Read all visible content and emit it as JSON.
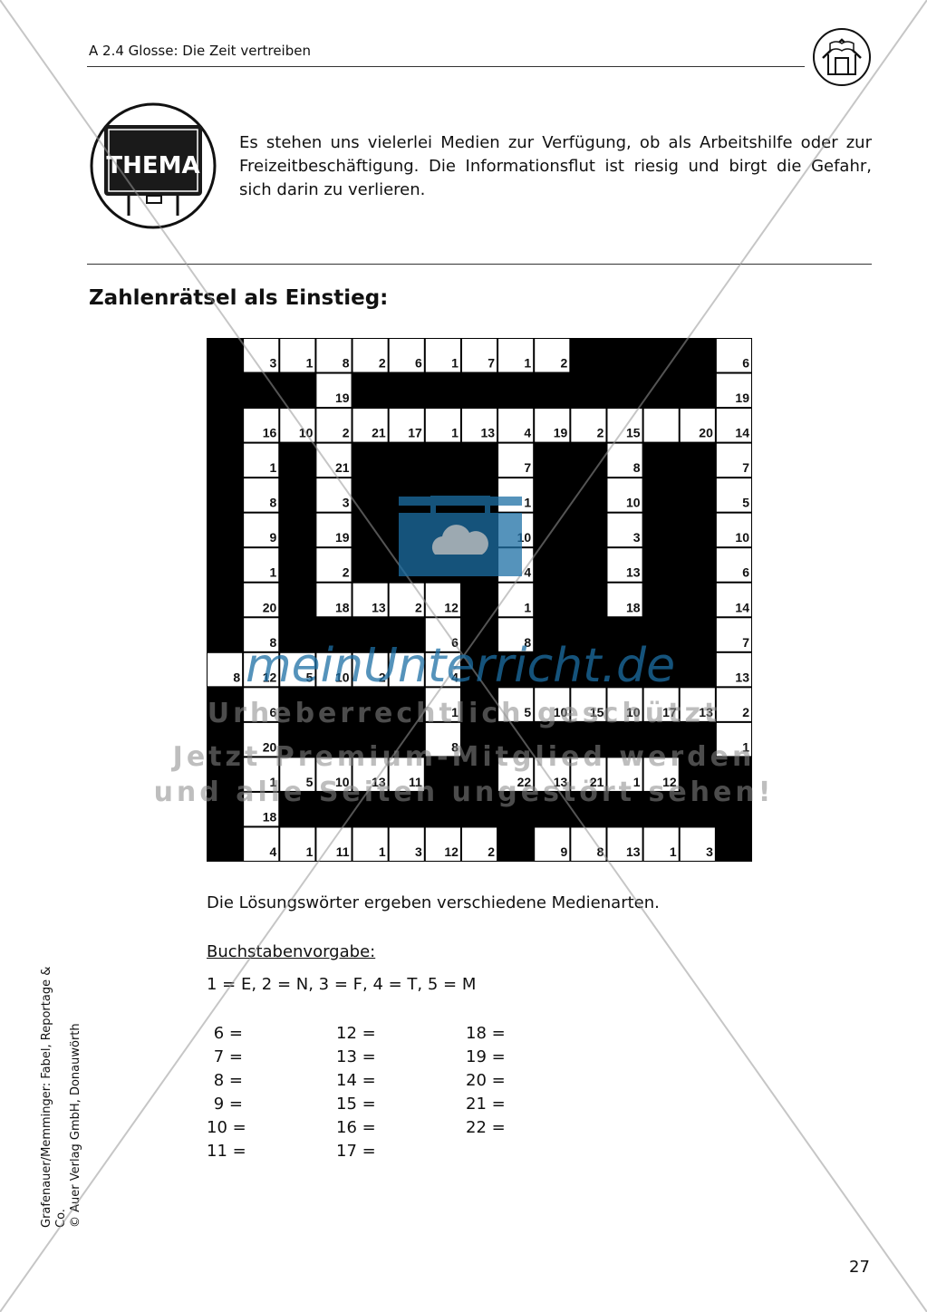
{
  "header": {
    "running_title": "A 2.4  Glosse: Die Zeit vertreiben"
  },
  "badge": {
    "label": "THEMA"
  },
  "intro": {
    "text": "Es stehen uns vielerlei Medien zur Verfügung, ob als Arbeitshilfe oder zur Freizeitbeschäftigung. Die Informationsflut ist riesig und birgt die Gefahr, sich darin zu verlieren."
  },
  "section": {
    "title": "Zahlenrätsel als Einstieg:"
  },
  "puzzle": {
    "rows": 15,
    "cols": 15,
    "cells": [
      [
        0,
        1,
        "3"
      ],
      [
        0,
        2,
        "1"
      ],
      [
        0,
        3,
        "8"
      ],
      [
        0,
        4,
        "2"
      ],
      [
        0,
        5,
        "6"
      ],
      [
        0,
        6,
        "1"
      ],
      [
        0,
        7,
        "7"
      ],
      [
        0,
        8,
        "1"
      ],
      [
        0,
        9,
        "2"
      ],
      [
        0,
        14,
        "6"
      ],
      [
        1,
        3,
        "19"
      ],
      [
        1,
        14,
        "19"
      ],
      [
        2,
        1,
        "16"
      ],
      [
        2,
        2,
        "10"
      ],
      [
        2,
        3,
        "2"
      ],
      [
        2,
        4,
        "21"
      ],
      [
        2,
        5,
        "17"
      ],
      [
        2,
        6,
        "1"
      ],
      [
        2,
        7,
        "13"
      ],
      [
        2,
        8,
        "4"
      ],
      [
        2,
        9,
        "19"
      ],
      [
        2,
        10,
        "2"
      ],
      [
        2,
        11,
        "15"
      ],
      [
        2,
        12,
        ""
      ],
      [
        2,
        13,
        "20"
      ],
      [
        2,
        14,
        "14"
      ],
      [
        3,
        1,
        "1"
      ],
      [
        3,
        3,
        "21"
      ],
      [
        3,
        8,
        "7"
      ],
      [
        3,
        11,
        "8"
      ],
      [
        3,
        14,
        "7"
      ],
      [
        4,
        1,
        "8"
      ],
      [
        4,
        3,
        "3"
      ],
      [
        4,
        8,
        "1"
      ],
      [
        4,
        11,
        "10"
      ],
      [
        4,
        14,
        "5"
      ],
      [
        5,
        1,
        "9"
      ],
      [
        5,
        3,
        "19"
      ],
      [
        5,
        8,
        "10"
      ],
      [
        5,
        11,
        "3"
      ],
      [
        5,
        14,
        "10"
      ],
      [
        6,
        1,
        "1"
      ],
      [
        6,
        3,
        "2"
      ],
      [
        6,
        8,
        "4"
      ],
      [
        6,
        11,
        "13"
      ],
      [
        6,
        14,
        "6"
      ],
      [
        7,
        1,
        "20"
      ],
      [
        7,
        3,
        "18"
      ],
      [
        7,
        4,
        "13"
      ],
      [
        7,
        5,
        "2"
      ],
      [
        7,
        6,
        "12"
      ],
      [
        7,
        8,
        "1"
      ],
      [
        7,
        11,
        "18"
      ],
      [
        7,
        14,
        "14"
      ],
      [
        8,
        1,
        "8"
      ],
      [
        8,
        6,
        "6"
      ],
      [
        8,
        8,
        "8"
      ],
      [
        8,
        14,
        "7"
      ],
      [
        9,
        0,
        "8"
      ],
      [
        9,
        1,
        "12"
      ],
      [
        9,
        2,
        "5"
      ],
      [
        9,
        3,
        "10"
      ],
      [
        9,
        4,
        "2"
      ],
      [
        9,
        5,
        ""
      ],
      [
        9,
        6,
        "4"
      ],
      [
        9,
        14,
        "13"
      ],
      [
        10,
        1,
        "6"
      ],
      [
        10,
        6,
        "1"
      ],
      [
        10,
        8,
        "5"
      ],
      [
        10,
        9,
        "10"
      ],
      [
        10,
        10,
        "15"
      ],
      [
        10,
        11,
        "10"
      ],
      [
        10,
        12,
        "17"
      ],
      [
        10,
        13,
        "13"
      ],
      [
        10,
        14,
        "2"
      ],
      [
        11,
        1,
        "20"
      ],
      [
        11,
        6,
        "8"
      ],
      [
        11,
        14,
        "1"
      ],
      [
        12,
        1,
        "1"
      ],
      [
        12,
        2,
        "5"
      ],
      [
        12,
        3,
        "10"
      ],
      [
        12,
        4,
        "13"
      ],
      [
        12,
        5,
        "11"
      ],
      [
        12,
        8,
        "22"
      ],
      [
        12,
        9,
        "13"
      ],
      [
        12,
        10,
        "21"
      ],
      [
        12,
        11,
        "1"
      ],
      [
        12,
        12,
        "12"
      ],
      [
        13,
        1,
        "18"
      ],
      [
        14,
        1,
        "4"
      ],
      [
        14,
        2,
        "1"
      ],
      [
        14,
        3,
        "11"
      ],
      [
        14,
        4,
        "1"
      ],
      [
        14,
        5,
        "3"
      ],
      [
        14,
        6,
        "12"
      ],
      [
        14,
        7,
        "2"
      ],
      [
        14,
        9,
        "9"
      ],
      [
        14,
        10,
        "8"
      ],
      [
        14,
        11,
        "13"
      ],
      [
        14,
        12,
        "1"
      ],
      [
        14,
        13,
        "3"
      ]
    ]
  },
  "solution_note": "Die Lösungswörter ergeben verschiedene Medienarten.",
  "letters": {
    "heading": "Buchstabenvorgabe:",
    "given": "1 = E, 2 = N,  3 = F, 4 = T, 5 = M",
    "col1": [
      "6 =",
      "7 =",
      "8 =",
      "9 =",
      "10 =",
      "11 ="
    ],
    "col2": [
      "12 =",
      "13 =",
      "14 =",
      "15 =",
      "16 =",
      "17 ="
    ],
    "col3": [
      "18 =",
      "19 =",
      "20 =",
      "21 =",
      "22 ="
    ]
  },
  "footer": {
    "credit_line1": "Grafenauer/Memminger: Fabel, Reportage & Co.",
    "credit_line2": "© Auer Verlag GmbH, Donauwörth",
    "page_number": "27"
  },
  "watermark": {
    "brand": "meinUnterricht.de",
    "line1": "Urheberrechtlich geschützt",
    "line2": "Jetzt Premium-Mitglied werden",
    "line3": "und alle Seiten ungestört sehen!",
    "color": "#1d6fa5"
  }
}
